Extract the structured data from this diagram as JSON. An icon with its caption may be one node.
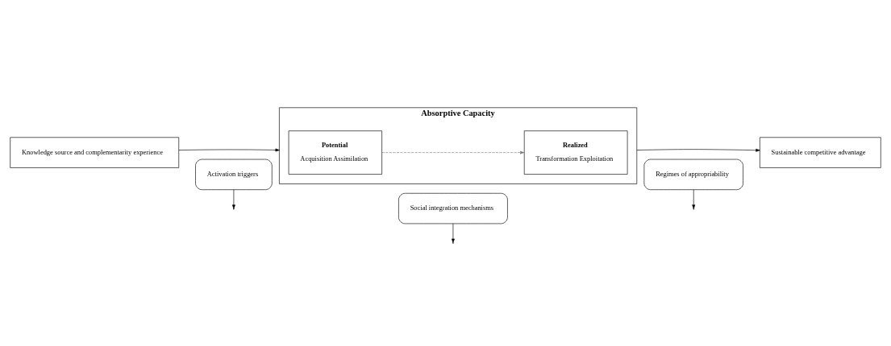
{
  "diagram": {
    "nodes": [
      {
        "text": [
          "Knowledge source and complementarity experience"
        ]
      },
      {
        "text": [
          "Absorptive Capacity"
        ]
      },
      {
        "text": [
          "Potential",
          "Acquisition Assimilation"
        ],
        "in": 1
      },
      {
        "text": [
          "Realized",
          "Transformation Exploitation"
        ],
        "in": 1
      },
      {
        "text": [
          "Sustainable competitive advantage"
        ]
      },
      {
        "text": [
          "Activation triggers"
        ]
      },
      {
        "text": [
          "Social integration mechanisms"
        ]
      },
      {
        "text": [
          "Regimes of appropriability"
        ]
      }
    ],
    "edges": [
      {
        "from": 0,
        "to": 1,
        "arrow": "to"
      },
      {
        "from": 2,
        "to": 3,
        "arrow": "to",
        "style": "dashed",
        "color": "#7f7f7f"
      },
      {
        "from": 1,
        "to": 4,
        "arrow": "to"
      },
      {
        "from": 5,
        "to": null,
        "arrow": "to"
      },
      {
        "from": 6,
        "to": null,
        "arrow": "to"
      },
      {
        "from": 7,
        "to": null,
        "arrow": "to"
      }
    ]
  }
}
